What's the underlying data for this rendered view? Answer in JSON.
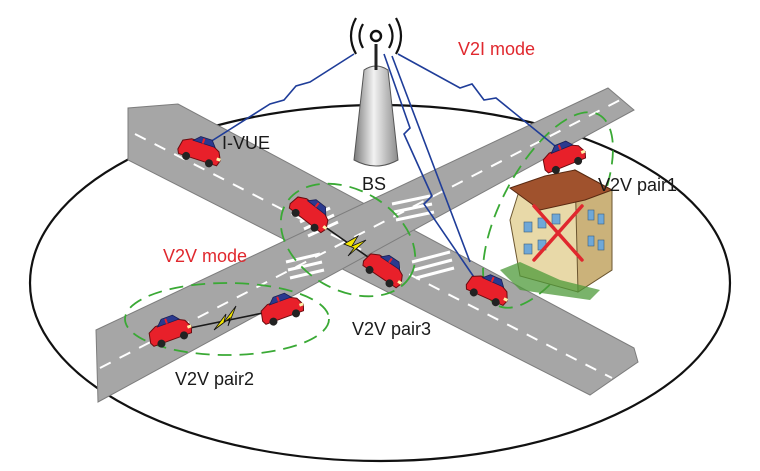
{
  "labels": {
    "v2i_mode": "V2I mode",
    "v2v_mode": "V2V mode",
    "bs": "BS",
    "i_vue": "I-VUE",
    "v2v_pair1": "V2V pair1",
    "v2v_pair2": "V2V pair2",
    "v2v_pair3": "V2V pair3"
  },
  "colors": {
    "mode_label": "#e0282e",
    "road": "#a6a6a6",
    "link": "#1f3d99",
    "dashed_group": "#3aa935",
    "car_body": "#e8202a",
    "car_window": "#2b3a8f",
    "d2d_bolt": "#f4e600"
  },
  "icons": {
    "base_station": "antenna-tower-icon",
    "building": "building-icon",
    "interference": "x-mark-icon",
    "wireless_link": "lightning-bolt-icon"
  }
}
